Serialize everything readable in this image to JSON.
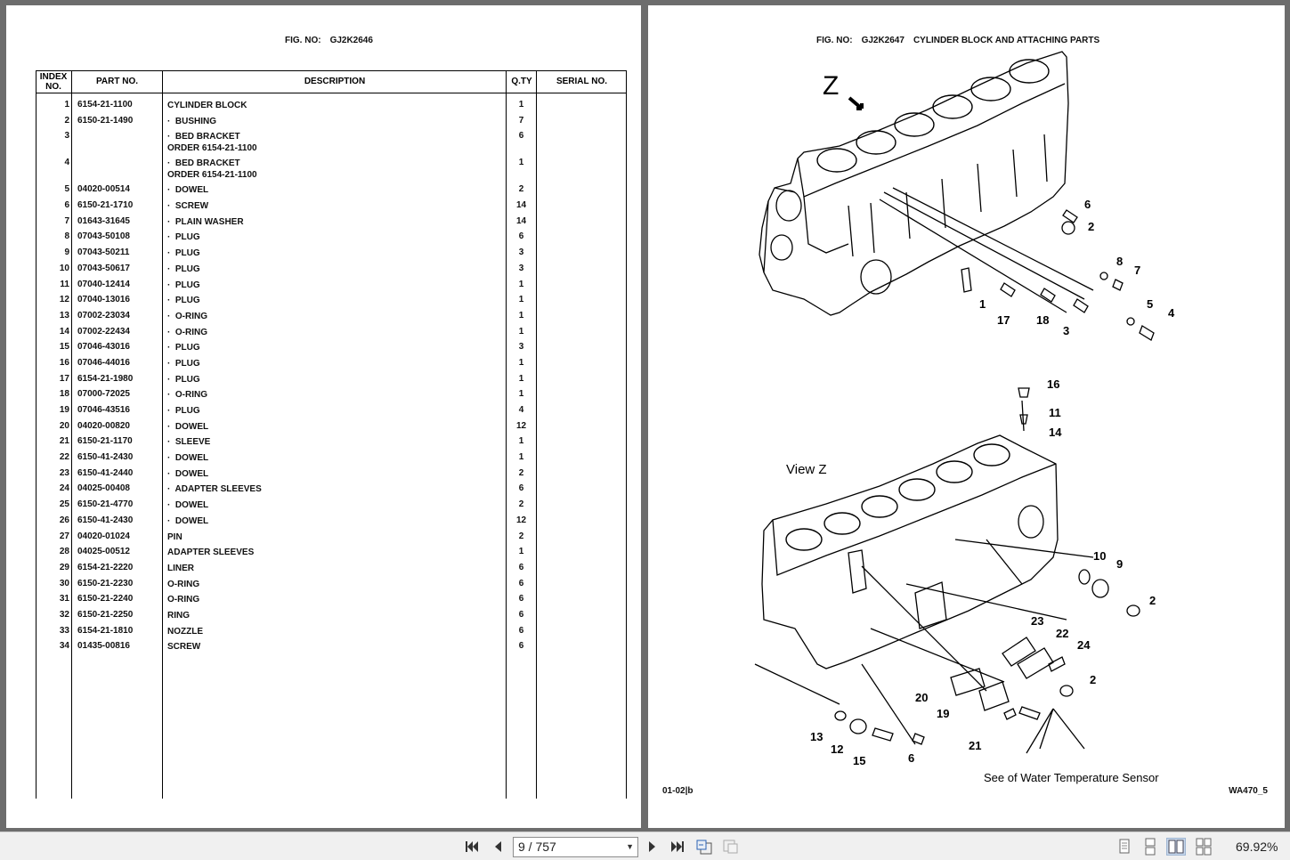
{
  "left_page": {
    "fig_label": "FIG. NO:",
    "fig_number": "GJ2K2646",
    "headers": {
      "index": "INDEX\nNO.",
      "part": "PART NO.",
      "desc": "DESCRIPTION",
      "qty": "Q.TY",
      "serial": "SERIAL NO."
    },
    "rows": [
      {
        "idx": "1",
        "part": "6154-21-1100",
        "desc": "CYLINDER BLOCK",
        "qty": "1"
      },
      {
        "idx": "2",
        "part": "6150-21-1490",
        "desc": "·  BUSHING",
        "qty": "7"
      },
      {
        "idx": "3",
        "part": "",
        "desc": "·  BED BRACKET\nORDER 6154-21-1100",
        "qty": "6"
      },
      {
        "idx": "4",
        "part": "",
        "desc": "·  BED BRACKET\nORDER 6154-21-1100",
        "qty": "1"
      },
      {
        "idx": "5",
        "part": "04020-00514",
        "desc": "·  DOWEL",
        "qty": "2"
      },
      {
        "idx": "6",
        "part": "6150-21-1710",
        "desc": "·  SCREW",
        "qty": "14"
      },
      {
        "idx": "7",
        "part": "01643-31645",
        "desc": "·  PLAIN WASHER",
        "qty": "14"
      },
      {
        "idx": "8",
        "part": "07043-50108",
        "desc": "·  PLUG",
        "qty": "6"
      },
      {
        "idx": "9",
        "part": "07043-50211",
        "desc": "·  PLUG",
        "qty": "3"
      },
      {
        "idx": "10",
        "part": "07043-50617",
        "desc": "·  PLUG",
        "qty": "3"
      },
      {
        "idx": "11",
        "part": "07040-12414",
        "desc": "·  PLUG",
        "qty": "1"
      },
      {
        "idx": "12",
        "part": "07040-13016",
        "desc": "·  PLUG",
        "qty": "1"
      },
      {
        "idx": "13",
        "part": "07002-23034",
        "desc": "·  O-RING",
        "qty": "1"
      },
      {
        "idx": "14",
        "part": "07002-22434",
        "desc": "·  O-RING",
        "qty": "1"
      },
      {
        "idx": "15",
        "part": "07046-43016",
        "desc": "·  PLUG",
        "qty": "3"
      },
      {
        "idx": "16",
        "part": "07046-44016",
        "desc": "·  PLUG",
        "qty": "1"
      },
      {
        "idx": "17",
        "part": "6154-21-1980",
        "desc": "·  PLUG",
        "qty": "1"
      },
      {
        "idx": "18",
        "part": "07000-72025",
        "desc": "·  O-RING",
        "qty": "1"
      },
      {
        "idx": "19",
        "part": "07046-43516",
        "desc": "·  PLUG",
        "qty": "4"
      },
      {
        "idx": "20",
        "part": "04020-00820",
        "desc": "·  DOWEL",
        "qty": "12"
      },
      {
        "idx": "21",
        "part": "6150-21-1170",
        "desc": "·  SLEEVE",
        "qty": "1"
      },
      {
        "idx": "22",
        "part": "6150-41-2430",
        "desc": "·  DOWEL",
        "qty": "1"
      },
      {
        "idx": "23",
        "part": "6150-41-2440",
        "desc": "·  DOWEL",
        "qty": "2"
      },
      {
        "idx": "24",
        "part": "04025-00408",
        "desc": "·  ADAPTER SLEEVES",
        "qty": "6"
      },
      {
        "idx": "25",
        "part": "6150-21-4770",
        "desc": "·  DOWEL",
        "qty": "2"
      },
      {
        "idx": "26",
        "part": "6150-41-2430",
        "desc": "·  DOWEL",
        "qty": "12"
      },
      {
        "idx": "27",
        "part": "04020-01024",
        "desc": "PIN",
        "qty": "2"
      },
      {
        "idx": "28",
        "part": "04025-00512",
        "desc": "ADAPTER SLEEVES",
        "qty": "1"
      },
      {
        "idx": "29",
        "part": "6154-21-2220",
        "desc": "LINER",
        "qty": "6"
      },
      {
        "idx": "30",
        "part": "6150-21-2230",
        "desc": "O-RING",
        "qty": "6"
      },
      {
        "idx": "31",
        "part": "6150-21-2240",
        "desc": "O-RING",
        "qty": "6"
      },
      {
        "idx": "32",
        "part": "6150-21-2250",
        "desc": "RING",
        "qty": "6"
      },
      {
        "idx": "33",
        "part": "6154-21-1810",
        "desc": "NOZZLE",
        "qty": "6"
      },
      {
        "idx": "34",
        "part": "01435-00816",
        "desc": "SCREW",
        "qty": "6"
      }
    ]
  },
  "right_page": {
    "fig_label": "FIG. NO:",
    "fig_number": "GJ2K2647",
    "fig_title": "CYLINDER BLOCK AND ATTACHING PARTS",
    "view_arrow_label": "Z",
    "view_label": "View  Z",
    "callouts_top": [
      "6",
      "2",
      "8",
      "7",
      "5",
      "4",
      "1",
      "17",
      "18",
      "3"
    ],
    "callouts_bottom": [
      "16",
      "11",
      "14",
      "10",
      "9",
      "2",
      "23",
      "22",
      "24",
      "2",
      "20",
      "19",
      "21",
      "13",
      "12",
      "15",
      "6"
    ],
    "sensor_note": "See of Water Temperature Sensor",
    "footer_left": "01-02|b",
    "footer_right": "WA470_5"
  },
  "toolbar": {
    "page_indicator": "9 / 757",
    "zoom": "69.92%"
  }
}
